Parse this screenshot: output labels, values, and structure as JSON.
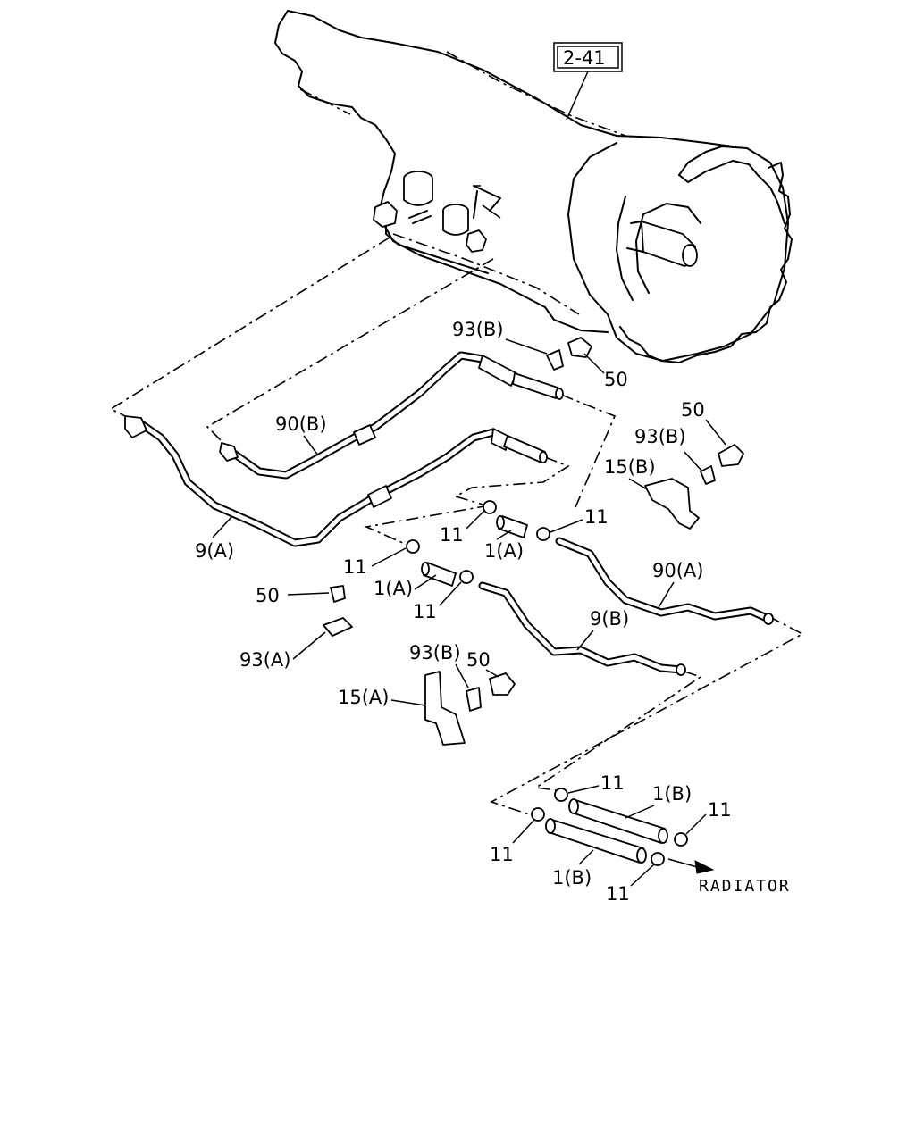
{
  "reference_box": "2-41",
  "direction_label": "RADIATOR",
  "callouts": {
    "c_93b_top": "93(B)",
    "c_50_top": "50",
    "c_90b": "90(B)",
    "c_50_right": "50",
    "c_93b_right": "93(B)",
    "c_15b": "15(B)",
    "c_9a": "9(A)",
    "c_11_a": "11",
    "c_11_b": "11",
    "c_1a_right": "1(A)",
    "c_11_c": "11",
    "c_1a_left": "1(A)",
    "c_11_d": "11",
    "c_90a": "90(A)",
    "c_50_left": "50",
    "c_9b": "9(B)",
    "c_93a": "93(A)",
    "c_93b_low": "93(B)",
    "c_50_low": "50",
    "c_15a": "15(A)",
    "c_11_e": "11",
    "c_1b_top": "1(B)",
    "c_11_f": "11",
    "c_11_g": "11",
    "c_1b_bottom": "1(B)",
    "c_11_h": "11"
  }
}
